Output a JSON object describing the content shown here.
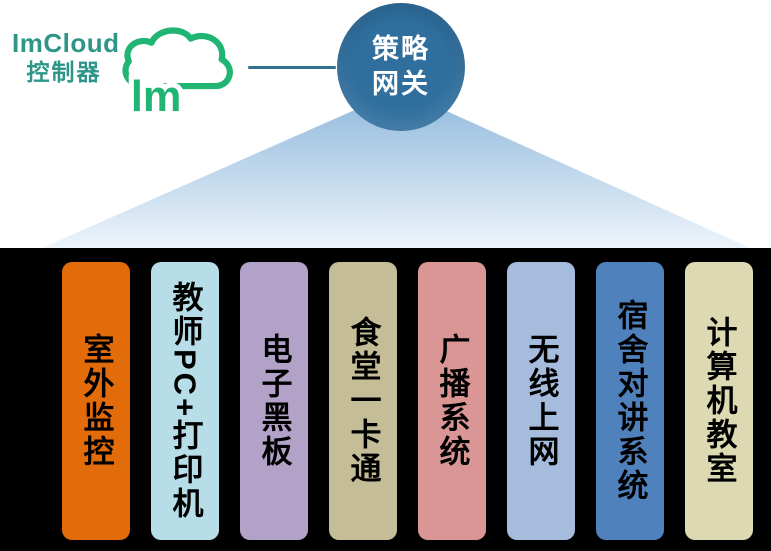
{
  "diagram": {
    "brand_line1": "ImCloud",
    "brand_line2": "控制器",
    "cloud_text": "lm",
    "gateway_line1": "策略",
    "gateway_line2": "网关"
  },
  "columns": [
    {
      "label": "室外监控",
      "color": "#E26B0A"
    },
    {
      "label": "教师PC+打印机",
      "color": "#B7DEE8"
    },
    {
      "label": "电子黑板",
      "color": "#B2A2C7"
    },
    {
      "label": "食堂一卡通",
      "color": "#C4BD97"
    },
    {
      "label": "广播系统",
      "color": "#D99694"
    },
    {
      "label": "无线上网",
      "color": "#A6BCDC"
    },
    {
      "label": "宿舍对讲系统",
      "color": "#4F81BD"
    },
    {
      "label": "计算机教室",
      "color": "#DCD9B3"
    }
  ],
  "colors": {
    "brand_text": "#2E9688",
    "cloud_green": "#21B573",
    "gateway_blue": "#2F6E9D",
    "connector": "#31708E",
    "funnel_top": "#8FB8DC",
    "funnel_bottom": "#EDF4FA",
    "panel_bg": "#000000"
  }
}
